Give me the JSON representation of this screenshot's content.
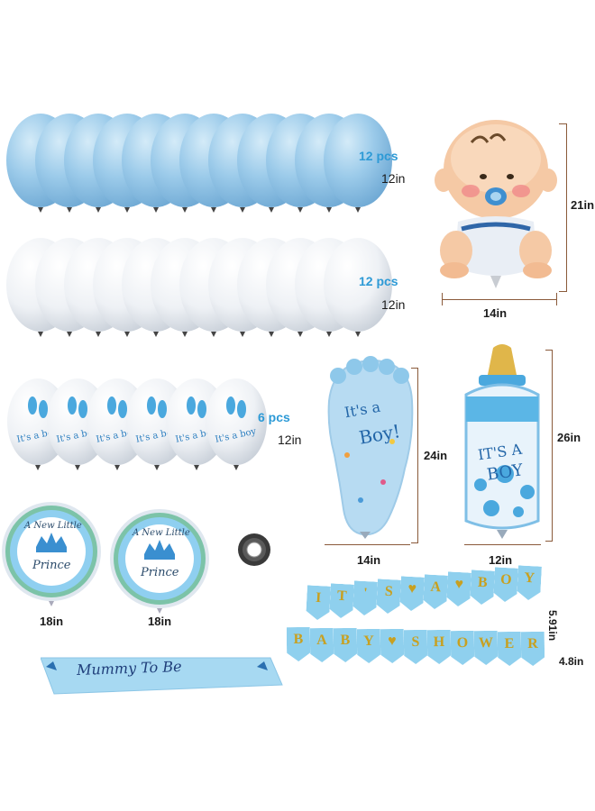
{
  "labels": {
    "blue_count": "12 pcs",
    "blue_size": "12in",
    "white_count": "12 pcs",
    "white_size": "12in",
    "printed_count": "6 pcs",
    "printed_size": "12in",
    "baby_height": "21in",
    "baby_width": "14in",
    "foot_height": "24in",
    "foot_width": "14in",
    "bottle_height": "26in",
    "bottle_width": "12in",
    "round1_size": "18in",
    "round2_size": "18in",
    "banner_height_top": "5.91in",
    "banner_height_bottom": "4.8in"
  },
  "balloon_text": {
    "printed": "It's a boy",
    "foot_text_line1": "It's a",
    "foot_text_line2": "Boy!",
    "bottle_text_line1": "IT'S A",
    "bottle_text_line2": "BOY",
    "round_arc": "A New Little",
    "round_center": "Prince"
  },
  "sash_text": "Mummy To Be",
  "banner": {
    "row1": [
      "I",
      "T",
      "'",
      "S",
      "♥",
      "A",
      "♥",
      "B",
      "O",
      "Y"
    ],
    "row2": [
      "B",
      "A",
      "B",
      "Y",
      "♥",
      "S",
      "H",
      "O",
      "W",
      "E",
      "R"
    ]
  },
  "colors": {
    "blue_balloon": "#9ccbea",
    "white_balloon": "#f1f3f6",
    "accent_blue": "#2d9ad6",
    "banner_blue": "#8fd0ee",
    "gold": "#c8a020",
    "sash": "#9ed6f2"
  }
}
